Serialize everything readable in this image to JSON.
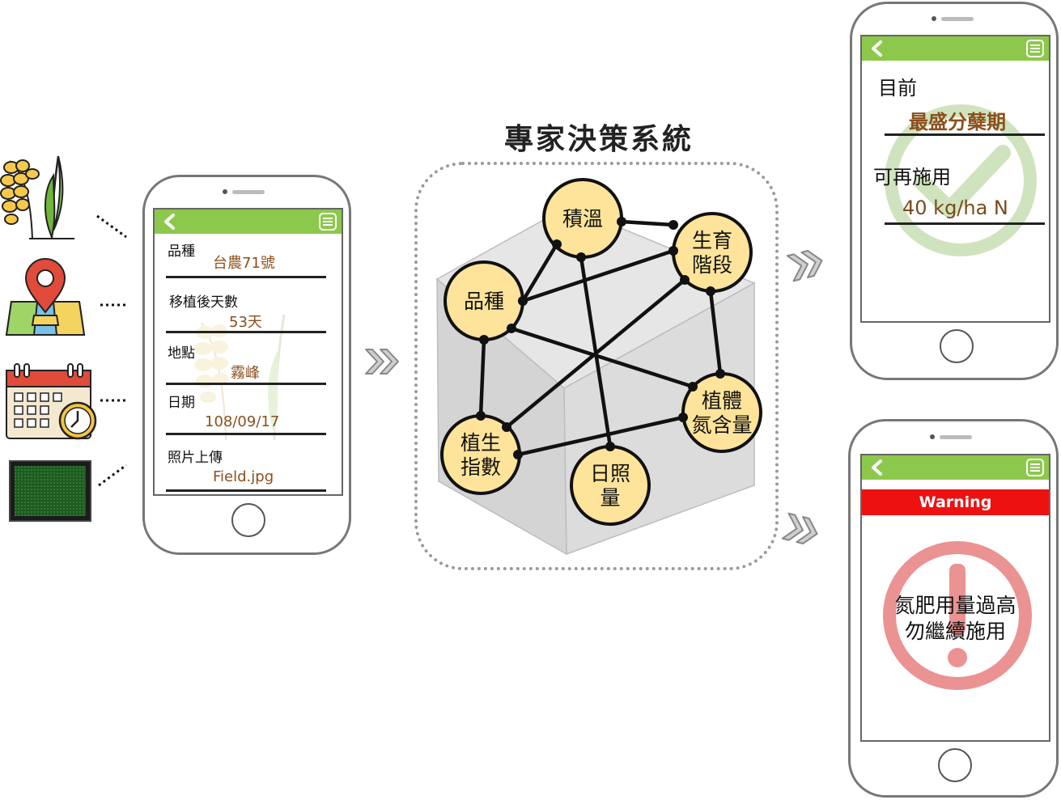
{
  "diagram": {
    "title": "專家決策系統",
    "nodes": [
      {
        "id": "jiwen",
        "label": "積溫"
      },
      {
        "id": "shengyu",
        "label": "生育\n階段"
      },
      {
        "id": "pinzhong",
        "label": "品種"
      },
      {
        "id": "zhiti",
        "label": "植體\n氮含量"
      },
      {
        "id": "zhisheng",
        "label": "植生\n指數"
      },
      {
        "id": "rizhao",
        "label": "日照\n量"
      }
    ],
    "edges": [
      [
        "jiwen",
        "pinzhong"
      ],
      [
        "jiwen",
        "shengyu"
      ],
      [
        "jiwen",
        "rizhao"
      ],
      [
        "pinzhong",
        "shengyu"
      ],
      [
        "pinzhong",
        "zhisheng"
      ],
      [
        "pinzhong",
        "zhiti"
      ],
      [
        "shengyu",
        "zhiti"
      ],
      [
        "shengyu",
        "zhisheng"
      ],
      [
        "zhisheng",
        "zhiti"
      ]
    ],
    "colors": {
      "node_fill": "#fde49a",
      "edge": "#111111",
      "cube": "#d2d2d2"
    }
  },
  "input_icons": [
    "rice-plant-icon",
    "map-pin-icon",
    "calendar-clock-icon",
    "field-photo-icon"
  ],
  "input_phone": {
    "fields": [
      {
        "label": "品種",
        "value": "台農71號"
      },
      {
        "label": "移植後天數",
        "value": "53天"
      },
      {
        "label": "地點",
        "value": "霧峰"
      },
      {
        "label": "日期",
        "value": "108/09/17"
      },
      {
        "label": "照片上傳",
        "value": "Field.jpg"
      }
    ]
  },
  "result_phone_ok": {
    "current_label": "目前",
    "stage_value": "最盛分蘖期",
    "apply_label": "可再施用",
    "apply_value": "40 kg/ha  N",
    "stamp_color": "#8cc84b"
  },
  "result_phone_warning": {
    "banner": "Warning",
    "message_line1": "氮肥用量過高",
    "message_line2": "勿繼續施用",
    "stamp_color": "#e03030"
  },
  "colors": {
    "appbar": "#8cc84b",
    "value_text": "#8b4f1c",
    "warning": "#ee1111"
  }
}
